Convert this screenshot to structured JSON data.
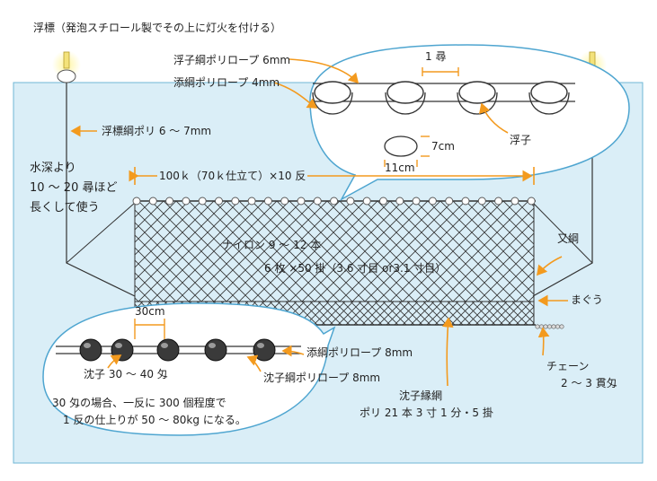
{
  "title": "浮標（発泡スチロール製でその上に灯火を付ける）",
  "colors": {
    "water": "#daeef7",
    "water_edge": "#6fb7d6",
    "arrow": "#f39a1e",
    "net_line": "#333333",
    "float": "#ffffff",
    "sinker": "#3a3a3a",
    "bubble_fill": "#ffffff",
    "bubble_stroke": "#4ea5d0"
  },
  "labels": {
    "float_rope": "浮子綱ポリロープ 6mm",
    "support_rope_top": "添綱ポリロープ 4mm",
    "one_hiro": "1 尋",
    "float": "浮子",
    "float_h": "7cm",
    "float_w": "11cm",
    "buoy_rope": "浮標綱ポリ 6 ～ 7mm",
    "depth_line1": "水深より",
    "depth_line2": "10 ～ 20 尋ほど",
    "depth_line3": "長くして使う",
    "net_length": "100ｋ（70ｋ仕立て）×10 反",
    "matahame": "又綱",
    "nylon": "ナイロン 9 ～ 12 本",
    "net_spec": "6 枚 ×50 掛（3.6 寸目 or3.1 寸目）",
    "maguu": "まぐう",
    "spacing_30cm": "30cm",
    "support_rope_bottom": "添綱ポリロープ 8mm",
    "sinker_rope": "沈子綱ポリロープ 8mm",
    "sinker": "沈子 30 ～ 40 匁",
    "note_line1": "30 匁の場合、一反に 300 個程度で",
    "note_line2": "1 反の仕上りが 50 ～ 80kg になる。",
    "chain_line1": "チェーン",
    "chain_line2": "2 ～ 3 貫匁",
    "sinker_edge_line1": "沈子縁網",
    "sinker_edge_line2": "ポリ 21 本 3 寸 1 分・5 掛"
  }
}
